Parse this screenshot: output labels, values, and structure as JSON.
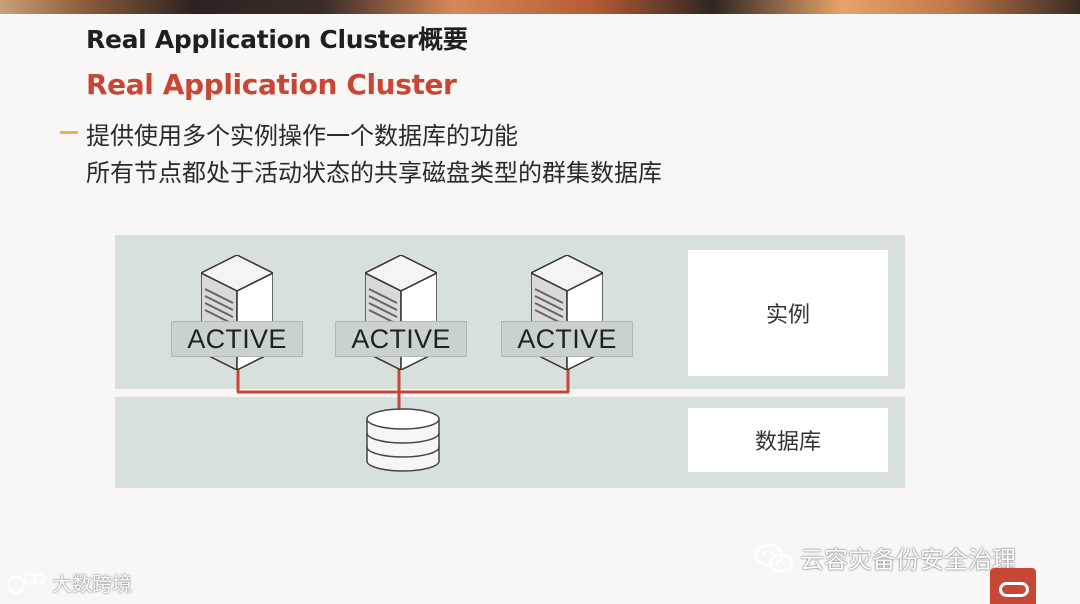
{
  "slide": {
    "title": "Real Application Cluster概要",
    "subtitle": "Real Application Cluster",
    "bullets": [
      "提供使用多个实例操作一个数据库的功能",
      "所有节点都处于活动状态的共享磁盘类型的群集数据库"
    ]
  },
  "diagram": {
    "nodes": [
      {
        "status": "ACTIVE"
      },
      {
        "status": "ACTIVE"
      },
      {
        "status": "ACTIVE"
      }
    ],
    "labels": {
      "instance": "实例",
      "database": "数据库"
    }
  },
  "watermarks": {
    "left": "大数跨境",
    "right": "云容灾备份安全治理"
  },
  "colors": {
    "accent_red": "#c74634",
    "band": "#d7e0dd",
    "bullet_dash": "#e8b44a"
  }
}
